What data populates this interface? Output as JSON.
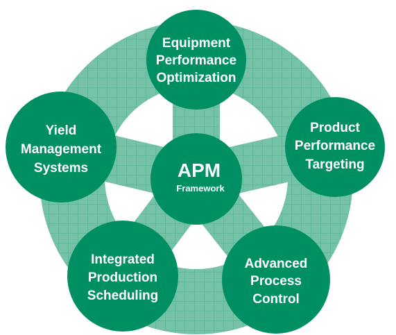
{
  "colors": {
    "node_fill": "#008e63",
    "ring_fill": "#76c2a6",
    "grid_line": "#4fae8a",
    "label_text": "#ffffff"
  },
  "center": {
    "title": "APM",
    "subtitle": "Framework"
  },
  "nodes": [
    {
      "id": "equipment",
      "lines": [
        "Equipment",
        "Performance",
        "Optimization"
      ]
    },
    {
      "id": "product",
      "lines": [
        "Product",
        "Performance",
        "Targeting"
      ]
    },
    {
      "id": "advanced",
      "lines": [
        "Advanced",
        "Process",
        "Control"
      ]
    },
    {
      "id": "integrated",
      "lines": [
        "Integrated",
        "Production",
        "Scheduling"
      ]
    },
    {
      "id": "yield",
      "lines": [
        "Yield",
        "Management",
        "Systems"
      ]
    }
  ]
}
